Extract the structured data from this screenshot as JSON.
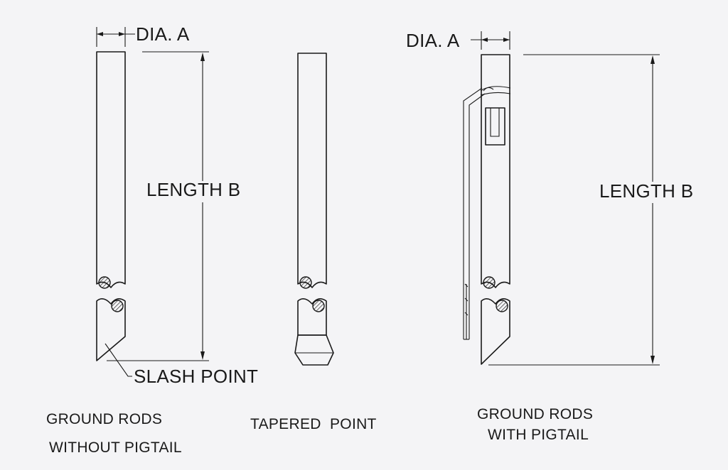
{
  "labels": {
    "dia_a_left": "DIA. A",
    "length_b_left": "LENGTH B",
    "slash_point": "SLASH POINT",
    "dia_a_right": "DIA. A",
    "length_b_right": "LENGTH B"
  },
  "captions": {
    "without_pigtail_line1": "GROUND RODS",
    "without_pigtail_line2": "WITHOUT PIGTAIL",
    "tapered_point": "TAPERED  POINT",
    "with_pigtail_line1": "GROUND RODS",
    "with_pigtail_line2": "WITH PIGTAIL"
  },
  "colors": {
    "line": "#1a1a1a",
    "background": "#f4f4f6"
  }
}
